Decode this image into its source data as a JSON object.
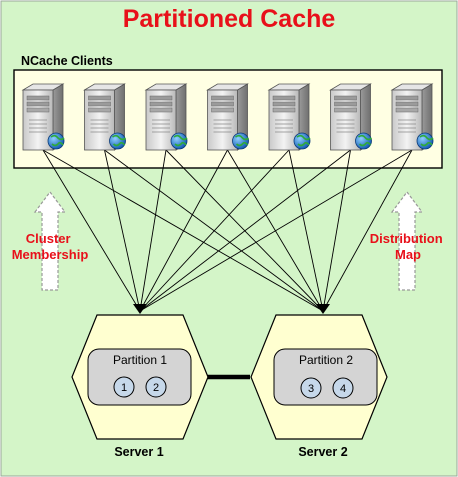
{
  "title": "Partitioned Cache",
  "clients": {
    "label": "NCache Clients",
    "count": 7,
    "icon": "server-computer-with-globe"
  },
  "left_arrow": {
    "lines": [
      "Cluster",
      "Membership"
    ]
  },
  "right_arrow": {
    "lines": [
      "Distribution",
      "Map"
    ]
  },
  "servers": [
    {
      "name": "Server 1",
      "partition": {
        "label": "Partition 1",
        "nodes": [
          "1",
          "2"
        ]
      }
    },
    {
      "name": "Server 2",
      "partition": {
        "label": "Partition 2",
        "nodes": [
          "3",
          "4"
        ]
      }
    }
  ],
  "colors": {
    "background": "#d4f5c8",
    "title": "#e8101a",
    "labels": "#e8101a",
    "clients_box": "#ffffe3",
    "server_hexagon": "#ffffd0",
    "partition_box": "#d4d4d4",
    "node_circle": "#c6d8ea"
  }
}
